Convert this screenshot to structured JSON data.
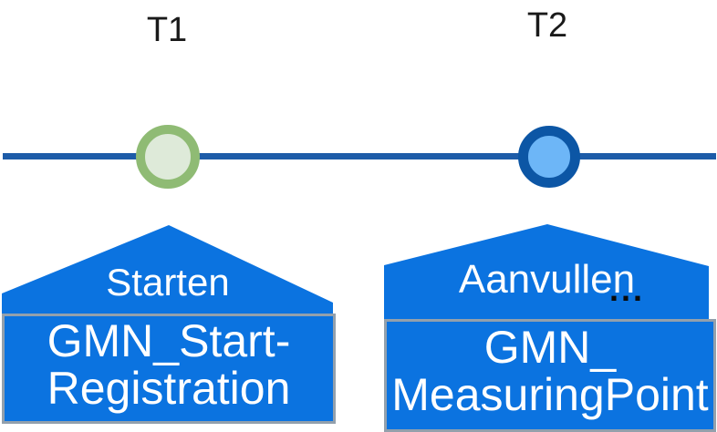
{
  "timeline": {
    "t1_label": "T1",
    "t2_label": "T2"
  },
  "events": [
    {
      "id": "t1",
      "action_label": "Starten",
      "box_lines": [
        "GMN_Start-",
        "Registration"
      ],
      "marker_border_color": "#8FBB74",
      "marker_fill_color": "#DEEAD9"
    },
    {
      "id": "t2",
      "action_label": "Aanvullen",
      "ellipsis": "...",
      "box_lines": [
        "GMN_",
        "MeasuringPoint"
      ],
      "marker_border_color": "#0C56A5",
      "marker_fill_color": "#6DB6F7"
    }
  ],
  "colors": {
    "timeline_line": "#1D5CA8",
    "callout_fill": "#0B73E0",
    "box_border": "#93A0AC",
    "text_on_blue": "#FFFFFF",
    "label_text": "#000000"
  }
}
